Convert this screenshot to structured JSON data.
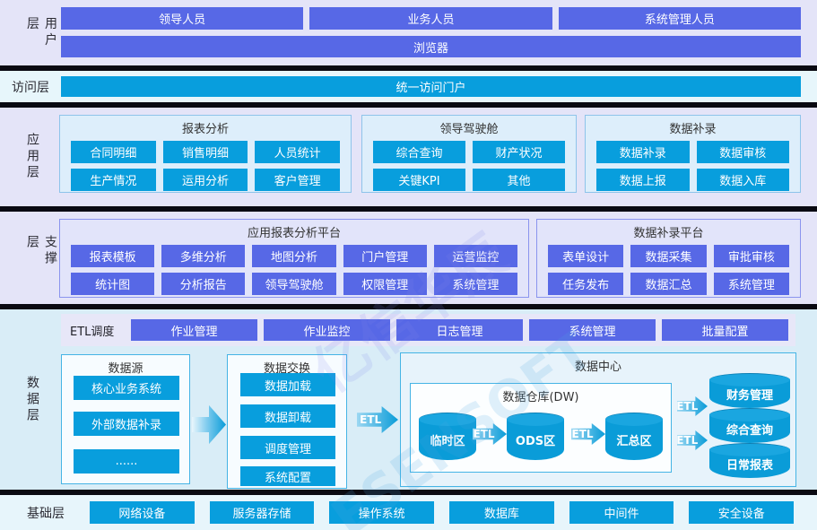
{
  "watermark": {
    "cn": "亿信华辰",
    "en": "ESENSOFT"
  },
  "colors": {
    "indigo_button": "#5768e6",
    "blue_button": "#089edd",
    "lavender_layer": "#e4e4f8",
    "cyan_layer": "#d9edf7"
  },
  "layers": {
    "user": {
      "label": "用户层",
      "roles": [
        "领导人员",
        "业务人员",
        "系统管理人员"
      ],
      "browser": "浏览器"
    },
    "access": {
      "label": "访问层",
      "portal": "统一访问门户"
    },
    "app": {
      "label": "应用层",
      "groups": [
        {
          "title": "报表分析",
          "items": [
            "合同明细",
            "销售明细",
            "人员统计",
            "生产情况",
            "运用分析",
            "客户管理"
          ]
        },
        {
          "title": "领导驾驶舱",
          "items": [
            "综合查询",
            "财产状况",
            "关键KPI",
            "其他"
          ]
        },
        {
          "title": "数据补录",
          "items": [
            "数据补录",
            "数据审核",
            "数据上报",
            "数据入库"
          ]
        }
      ]
    },
    "support": {
      "label": "应用支撑层",
      "groups": [
        {
          "title": "应用报表分析平台",
          "items": [
            "报表模板",
            "多维分析",
            "地图分析",
            "门户管理",
            "运营监控",
            "统计图",
            "分析报告",
            "领导驾驶舱",
            "权限管理",
            "系统管理"
          ]
        },
        {
          "title": "数据补录平台",
          "items": [
            "表单设计",
            "数据采集",
            "审批审核",
            "任务发布",
            "数据汇总",
            "系统管理"
          ]
        }
      ]
    },
    "data": {
      "label": "数据层",
      "etl_scheduler": {
        "label": "ETL调度",
        "items": [
          "作业管理",
          "作业监控",
          "日志管理",
          "系统管理",
          "批量配置"
        ]
      },
      "source": {
        "title": "数据源",
        "items": [
          "核心业务系统",
          "外部数据补录",
          "......"
        ]
      },
      "exchange": {
        "title": "数据交换",
        "items": [
          "数据加载",
          "数据卸载",
          "调度管理",
          "系统配置"
        ]
      },
      "center": {
        "title": "数据中心",
        "etl_label": "ETL",
        "dw": {
          "title": "数据仓库(DW)",
          "stages": [
            "临时区",
            "ODS区",
            "汇总区"
          ]
        },
        "marts": [
          "财务管理",
          "综合查询",
          "日常报表"
        ]
      }
    },
    "base": {
      "label": "基础层",
      "items": [
        "网络设备",
        "服务器存储",
        "操作系统",
        "数据库",
        "中间件",
        "安全设备"
      ]
    }
  }
}
